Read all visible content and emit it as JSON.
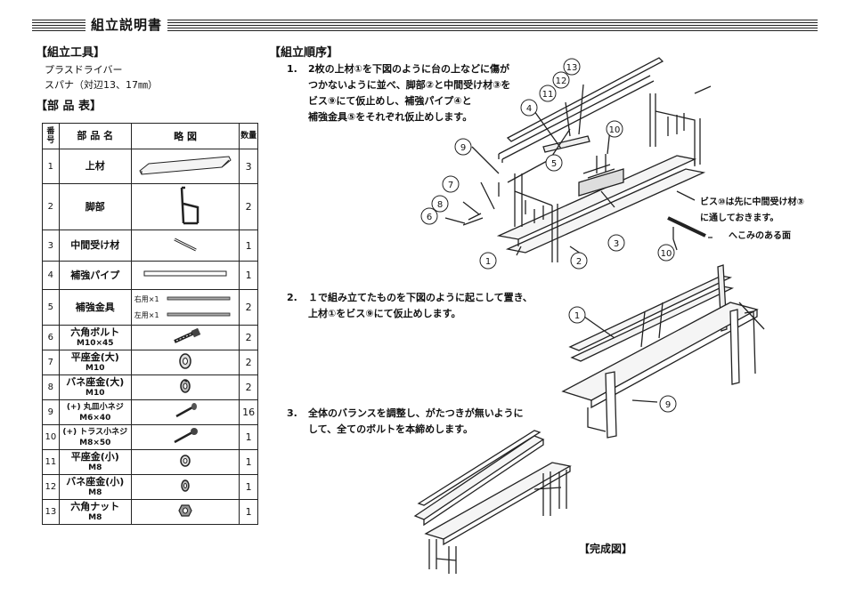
{
  "header": {
    "title": "組立説明書"
  },
  "tools": {
    "heading": "【組立工具】",
    "items": [
      "プラスドライバー",
      "スパナ（対辺13、17㎜）"
    ]
  },
  "parts": {
    "heading": "【部 品 表】",
    "columns": {
      "no": "番号",
      "name": "部 品 名",
      "figure": "略 図",
      "qty": "数量"
    },
    "rows": [
      {
        "no": "1",
        "name": "上材",
        "sub": "",
        "qty": "3"
      },
      {
        "no": "2",
        "name": "脚部",
        "sub": "",
        "qty": "2"
      },
      {
        "no": "3",
        "name": "中間受け材",
        "sub": "",
        "qty": "1"
      },
      {
        "no": "4",
        "name": "補強パイプ",
        "sub": "",
        "qty": "1"
      },
      {
        "no": "5",
        "name": "補強金具",
        "sub": "",
        "qty": "2",
        "fig_labels": [
          "右用×1",
          "左用×1"
        ]
      },
      {
        "no": "6",
        "name": "六角ボルト",
        "sub": "M10×45",
        "qty": "2"
      },
      {
        "no": "7",
        "name": "平座金(大)",
        "sub": "M10",
        "qty": "2"
      },
      {
        "no": "8",
        "name": "バネ座金(大)",
        "sub": "M10",
        "qty": "2"
      },
      {
        "no": "9",
        "name": "(+) 丸皿小ネジ",
        "sub": "M6×40",
        "qty": "16"
      },
      {
        "no": "10",
        "name": "(+) トラス小ネジ",
        "sub": "M8×50",
        "qty": "1"
      },
      {
        "no": "11",
        "name": "平座金(小)",
        "sub": "M8",
        "qty": "1"
      },
      {
        "no": "12",
        "name": "バネ座金(小)",
        "sub": "M8",
        "qty": "1"
      },
      {
        "no": "13",
        "name": "六角ナット",
        "sub": "M8",
        "qty": "1"
      }
    ]
  },
  "procedure": {
    "heading": "【組立順序】",
    "step1": {
      "num": "1.",
      "lines": [
        "2枚の上材①を下図のように台の上などに傷が",
        "つかないように並べ、脚部②と中間受け材③を",
        "ビス⑨にて仮止めし、補強パイプ④と",
        "補強金具⑤をそれぞれ仮止めします。"
      ]
    },
    "step2": {
      "num": "2.",
      "lines": [
        "１で組み立てたものを下図のように起こして置き、",
        "上材①をビス⑨にて仮止めします。"
      ]
    },
    "step3": {
      "num": "3.",
      "lines": [
        "全体のバランスを調整し、がたつきが無いように",
        "して、全てのボルトを本締めします。"
      ]
    },
    "note_lines": [
      "ビス⑩は先に中間受け材③",
      "に通しておきます。"
    ],
    "dent_label": "へこみのある面",
    "final_label": "【完成図】"
  },
  "callouts": {
    "d1": [
      "1",
      "2",
      "3",
      "4",
      "5",
      "6",
      "7",
      "8",
      "9",
      "10",
      "11",
      "12",
      "13",
      "10"
    ],
    "d2": [
      "1",
      "9"
    ]
  }
}
